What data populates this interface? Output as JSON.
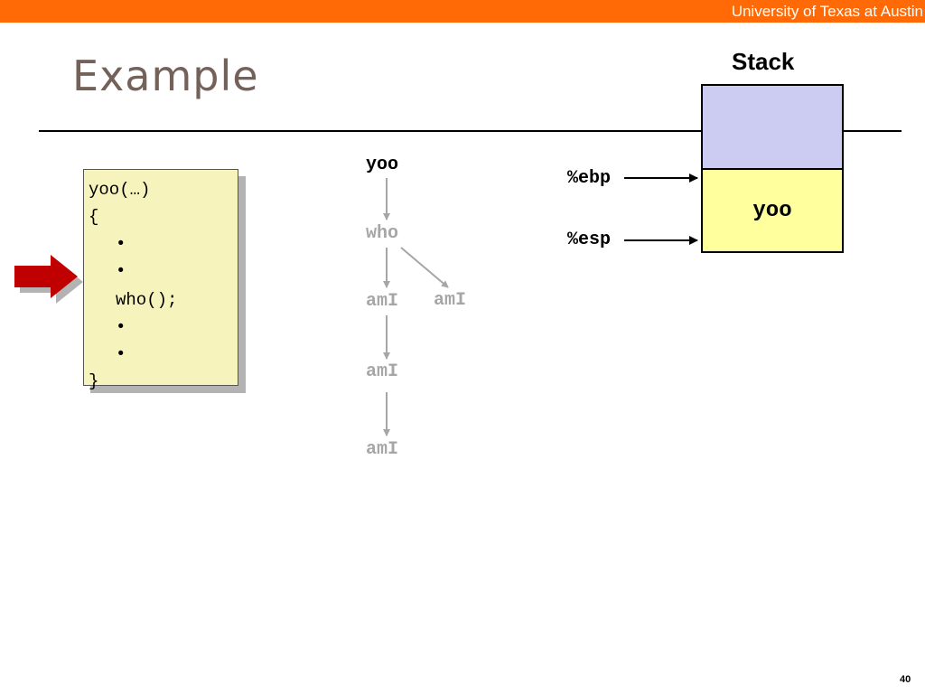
{
  "header": {
    "institution": "University of Texas at Austin",
    "bar_color": "#ff6a06"
  },
  "slide": {
    "title": "Example",
    "page_number": "40"
  },
  "code": {
    "lines": [
      "yoo(…)",
      "{",
      "•",
      "•",
      "who();",
      "•",
      "•",
      "}"
    ],
    "current_line_marker": "red-arrow-icon"
  },
  "call_tree": {
    "root": "yoo",
    "who": "who",
    "ami_1": "amI",
    "ami_2": "amI",
    "ami_3": "amI",
    "ami_4": "amI"
  },
  "registers": {
    "ebp": "%ebp",
    "esp": "%esp"
  },
  "stack": {
    "label": "Stack",
    "frames": [
      {
        "label": "",
        "color": "#ccccf2"
      },
      {
        "label": "yoo",
        "color": "#ffff9e"
      }
    ]
  }
}
